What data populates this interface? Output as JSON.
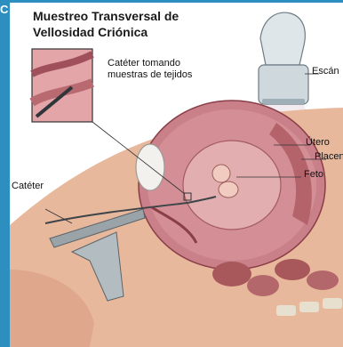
{
  "corner_letter": "C",
  "title_line1": "Muestreo Transversal de",
  "title_line2": "Vellosidad Criónica",
  "labels": {
    "inset": "Catéter tomando",
    "inset2": "muestras de tejidos",
    "scan": "Escán",
    "uterus": "Útero",
    "placenta": "Placen",
    "fetus": "Feto",
    "catheter": "Catéter"
  },
  "colors": {
    "border": "#2c8fc0",
    "skin": "#e7b59a",
    "uterus": "#c9858a",
    "fluid": "#d69a9c",
    "bowel": "#a5585b"
  }
}
